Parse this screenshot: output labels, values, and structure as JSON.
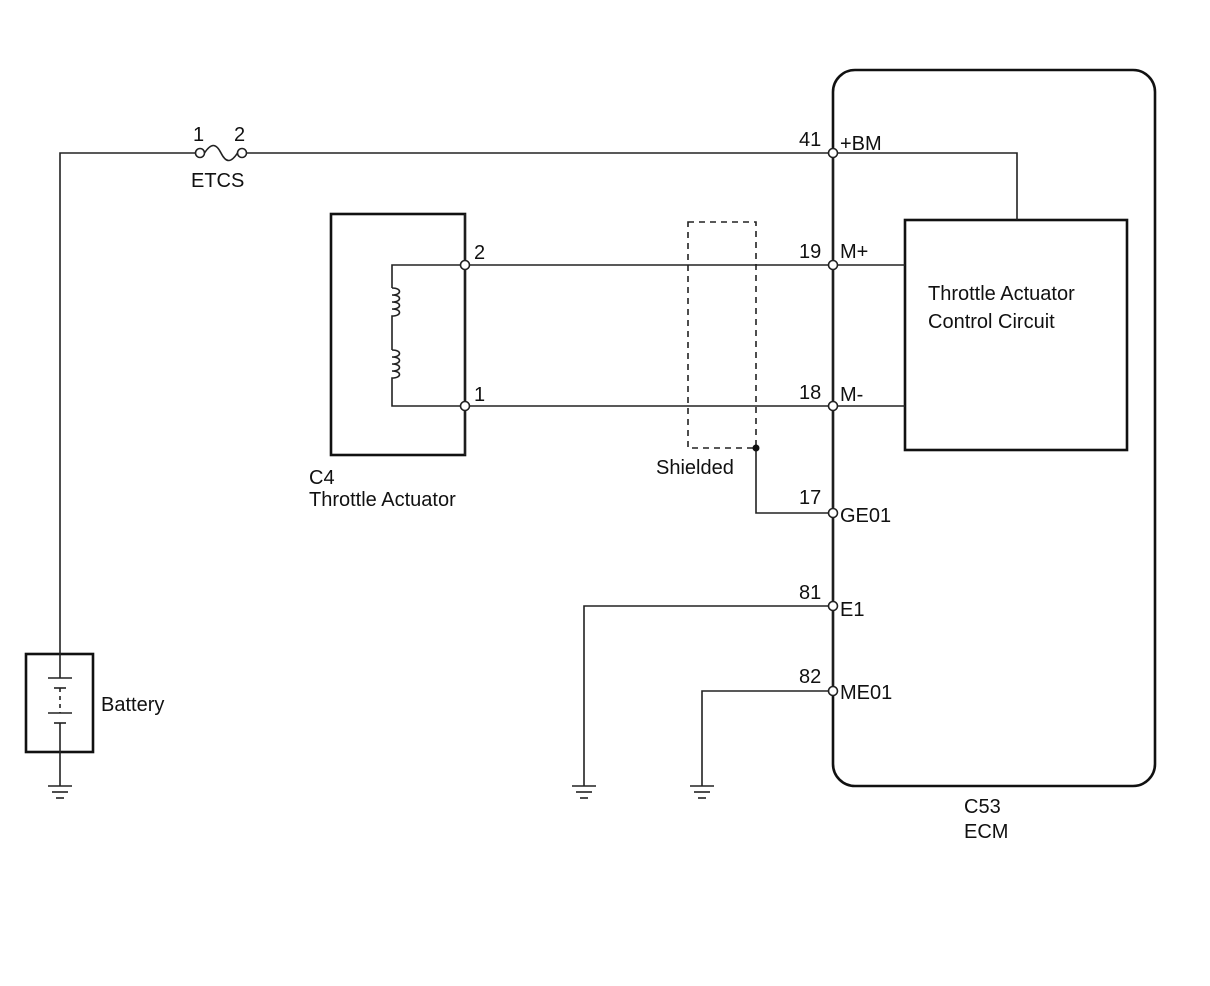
{
  "fuse": {
    "pin_left": "1",
    "pin_right": "2",
    "name": "ETCS"
  },
  "battery": {
    "label": "Battery"
  },
  "actuator": {
    "connector": "C4",
    "name": "Throttle Actuator",
    "pin_top": "2",
    "pin_bottom": "1"
  },
  "shield": {
    "label": "Shielded"
  },
  "ecm": {
    "connector": "C53",
    "name": "ECM",
    "circuit_line1": "Throttle Actuator",
    "circuit_line2": "Control Circuit",
    "terminals": [
      {
        "pin": "41",
        "name": "+BM"
      },
      {
        "pin": "19",
        "name": "M+"
      },
      {
        "pin": "18",
        "name": "M-"
      },
      {
        "pin": "17",
        "name": "GE01"
      },
      {
        "pin": "81",
        "name": "E1"
      },
      {
        "pin": "82",
        "name": "ME01"
      }
    ]
  },
  "colors": {
    "line": "#222222",
    "background": "#ffffff"
  }
}
